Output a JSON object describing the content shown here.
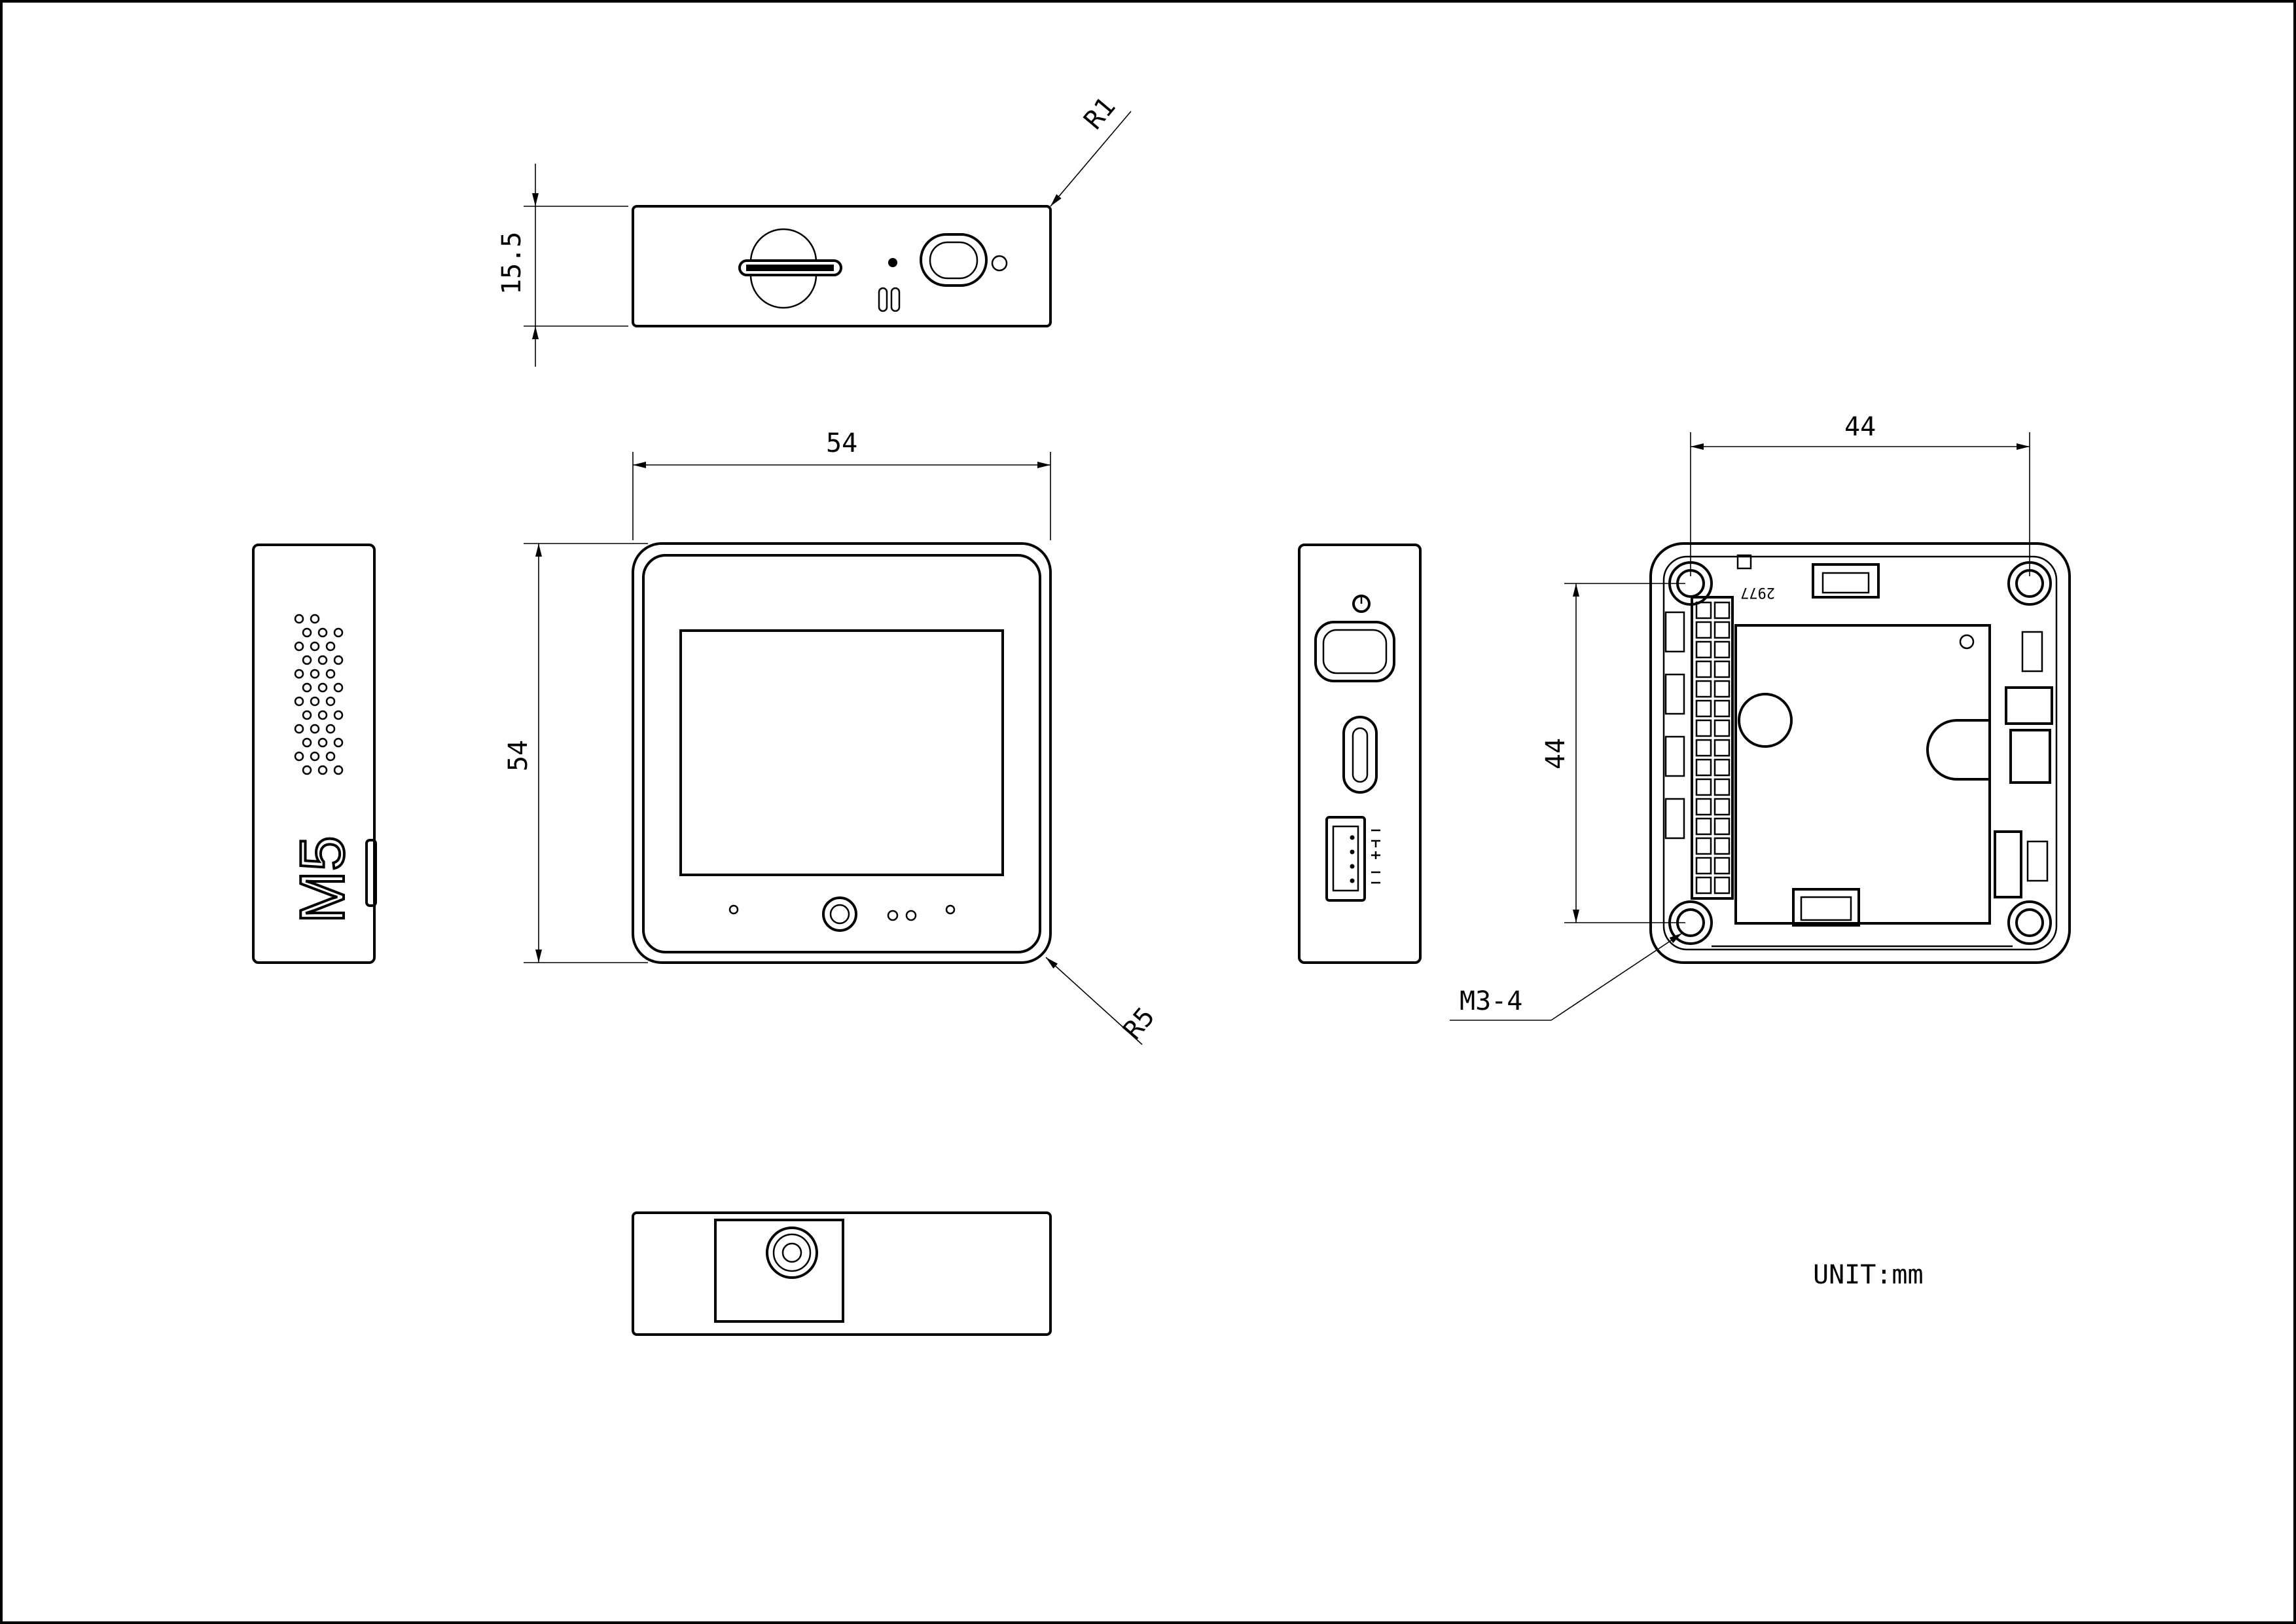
{
  "drawing": {
    "unit_note": "UNIT:mm",
    "logo": "M5",
    "side_label": "2977"
  },
  "dimensions": {
    "top_view_height": "15.5",
    "top_view_corner_radius": "R1",
    "front_width": "54",
    "front_height": "54",
    "front_corner_radius": "R5",
    "back_hole_spacing_x": "44",
    "back_hole_spacing_y": "44",
    "screw_callout": "M3-4"
  },
  "colors": {
    "line": "#000000",
    "background": "#ffffff"
  }
}
